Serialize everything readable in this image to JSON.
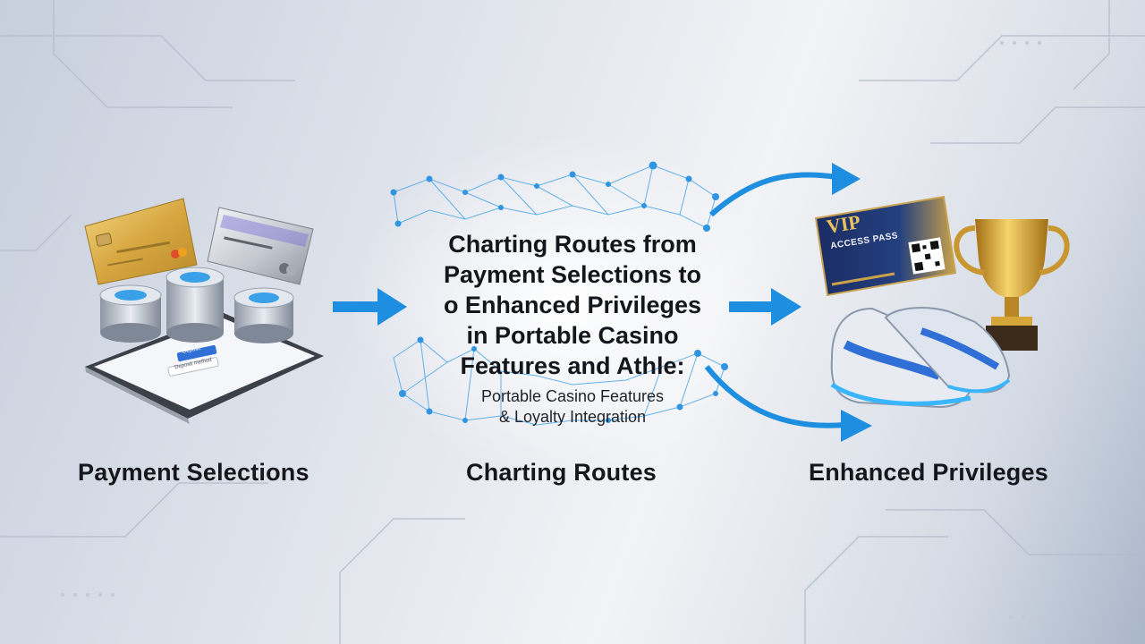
{
  "center": {
    "title_lines": [
      "Charting Routes from",
      "Payment Selections to",
      "o Enhanced Privileges",
      "in Portable Casino",
      "Features and Athle:"
    ],
    "subtitle_lines": [
      "Portable Casino Features",
      "& Loyalty Integration"
    ]
  },
  "sections": {
    "left_label": "Payment Selections",
    "middle_label": "Charting Routes",
    "right_label": "Enhanced Privileges"
  },
  "illustrations": {
    "vip_card_title": "VIP",
    "vip_card_subtitle": "ACCESS PASS",
    "tablet_button_text": "Deposit",
    "tablet_field_text": "Deposit method"
  },
  "colors": {
    "accent_blue": "#1e8fe0",
    "coin_blue": "#3aa0e8",
    "gold": "#d9a93a",
    "navy": "#1c2f6b"
  }
}
